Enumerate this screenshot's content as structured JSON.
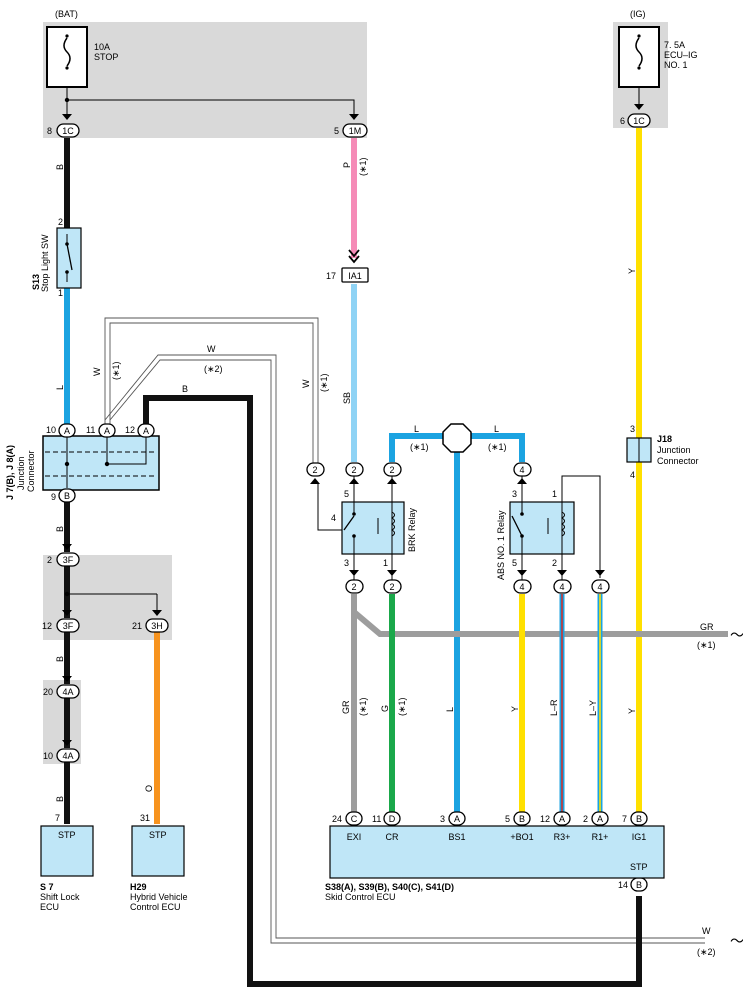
{
  "power": {
    "bat": "(BAT)",
    "ig": "(IG)"
  },
  "fuses": {
    "stop": {
      "line1": "10A",
      "line2": "STOP"
    },
    "ecu_ig": {
      "line1": "7. 5A",
      "line2": "ECU–IG",
      "line3": "NO. 1"
    }
  },
  "pins": {
    "p8": "8",
    "p5": "5",
    "p6": "6",
    "p2a": "2",
    "p1a": "1",
    "p17": "17",
    "p10a": "10",
    "p11": "11",
    "p12a": "12",
    "p9": "9",
    "p2b": "2",
    "p12b": "12",
    "p21": "21",
    "p20": "20",
    "p10b": "10",
    "p7a": "7",
    "p31": "31",
    "p3a": "3",
    "p4a": "4",
    "r_5": "5",
    "r_4": "4",
    "r_3": "3",
    "r_1": "1",
    "a_3": "3",
    "a_1": "1",
    "a_5": "5",
    "a_2": "2",
    "e_24": "24",
    "e_11": "11",
    "e_3": "3",
    "e_5": "5",
    "e_12": "12",
    "e_2": "2",
    "e_7": "7",
    "e_14": "14"
  },
  "connectors": {
    "c1c": "1C",
    "c1m": "1M",
    "c1c_ig": "1C",
    "ia1": "IA1",
    "ja": "A",
    "jb": "B",
    "c3f": "3F",
    "c3h": "3H",
    "c4a": "4A",
    "two": "2",
    "four": "4",
    "ca": "A",
    "cb": "B",
    "cc": "C",
    "cd": "D"
  },
  "wires": {
    "b": "B",
    "p": "P",
    "y": "Y",
    "l": "L",
    "w": "W",
    "sb": "SB",
    "gr": "GR",
    "g": "G",
    "o": "O",
    "lr": "L–R",
    "ly": "L–Y"
  },
  "notes": {
    "star1": "(∗1)",
    "star2": "(∗2)"
  },
  "components": {
    "s13": {
      "code": "S13",
      "name": "Stop Light SW"
    },
    "j7": {
      "code": "J 7(B), J 8(A)",
      "line1": "Junction",
      "line2": "Connector"
    },
    "brk_relay": "BRK Relay",
    "abs_relay": "ABS NO. 1 Relay",
    "j18": {
      "code": "J18",
      "line1": "Junction",
      "line2": "Connector"
    },
    "s7": {
      "code": "S 7",
      "line1": "Shift Lock",
      "line2": "ECU",
      "box": "STP"
    },
    "h29": {
      "code": "H29",
      "line1": "Hybrid Vehicle",
      "line2": "Control ECU",
      "box": "STP"
    },
    "skid": {
      "code": "S38(A), S39(B), S40(C), S41(D)",
      "name": "Skid Control ECU",
      "stp": "STP",
      "terms": {
        "exi": "EXI",
        "cr": "CR",
        "bs1": "BS1",
        "bo1": "+BO1",
        "r3": "R3+",
        "r1": "R1+",
        "ig1": "IG1"
      }
    }
  },
  "colors": {
    "black": "#111111",
    "pink": "#f58bb7",
    "yellow": "#ffe000",
    "blue": "#1ba3e1",
    "skyblue": "#8fd3f5",
    "gray": "#9d9d9d",
    "green": "#1aa84a",
    "orange": "#f7931e",
    "box_fill": "#bfe6f7",
    "shade": "#d9d9d9"
  }
}
